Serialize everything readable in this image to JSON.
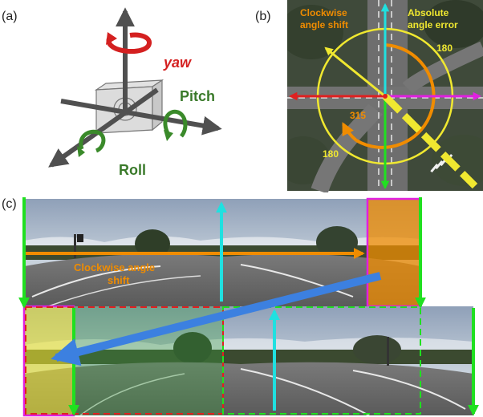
{
  "panel_a": {
    "label": "(a)",
    "yaw_label": "yaw",
    "pitch_label": "Pitch",
    "roll_label": "Roll"
  },
  "panel_b": {
    "label": "(b)",
    "clockwise_title_line1": "Clockwise",
    "clockwise_title_line2": "angle shift",
    "absolute_title_line1": "Absolute",
    "absolute_title_line2": "angle error",
    "value_180_top": "180",
    "value_315": "315",
    "value_180_bottom": "180"
  },
  "panel_c": {
    "label": "(c)",
    "shift_label_line1": "Clockwise angle",
    "shift_label_line2": "shift"
  },
  "colors": {
    "gray_arrow": "#505050",
    "yaw_red": "#d42020",
    "pitch_green": "#3a7a2a",
    "orange": "#f08c00",
    "yellow": "#f0e830",
    "cyan": "#20e0e0",
    "green": "#20e020",
    "magenta": "#e020e0",
    "red_arrow": "#e02020",
    "blue": "#3c80e0"
  }
}
